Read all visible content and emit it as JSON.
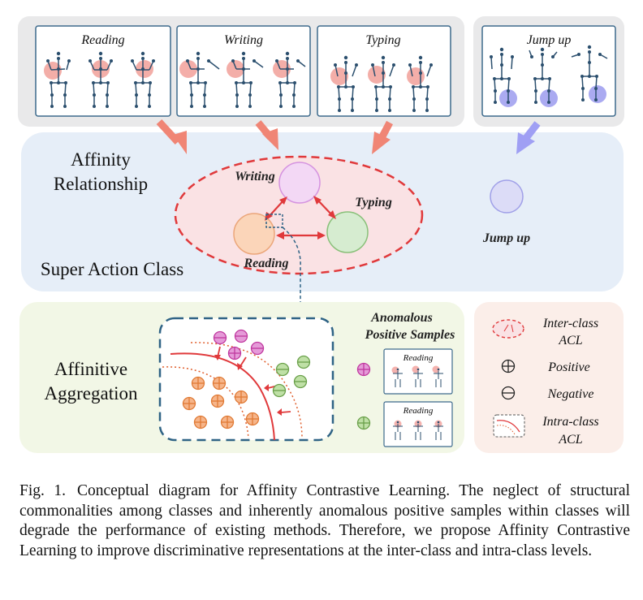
{
  "top_row": {
    "panels": [
      {
        "label": "Reading"
      },
      {
        "label": "Writing"
      },
      {
        "label": "Typing"
      },
      {
        "label": "Jump up"
      }
    ]
  },
  "affinity": {
    "title_line1": "Affinity",
    "title_line2": "Relationship",
    "super_label": "Super Action Class",
    "node_writing": "Writing",
    "node_typing": "Typing",
    "node_reading": "Reading",
    "node_jump": "Jump up"
  },
  "aggregation": {
    "title_line1": "Affinitive",
    "title_line2": "Aggregation",
    "anomalous_line1": "Anomalous",
    "anomalous_line2": "Positive Samples",
    "thumb1_label": "Reading",
    "thumb2_label": "Reading"
  },
  "legend": {
    "inter_line1": "Inter-class",
    "inter_line2": "ACL",
    "positive": "Positive",
    "negative": "Negative",
    "intra_line1": "Intra-class",
    "intra_line2": "ACL"
  },
  "caption": {
    "label": "Fig. 1.",
    "text": "Conceptual diagram for Affinity Contrastive Learning. The neglect of structural commonalities among classes and inherently anomalous positive samples within classes will degrade the performance of existing methods. Therefore, we propose Affinity Contrastive Learning to improve discriminative representations at the inter-class and intra-class levels."
  },
  "colors": {
    "panel_gray": "#e9e9ea",
    "affinity_bg": "#e6eef8",
    "aggregation_bg": "#f2f7e6",
    "legend_bg": "#fbeee9",
    "red": "#e0393b",
    "salmon_arrow": "#f08575",
    "blue_arrow": "#9f9ff4",
    "skeleton": "#2b4f6e",
    "dash_blue": "#2f6385"
  }
}
